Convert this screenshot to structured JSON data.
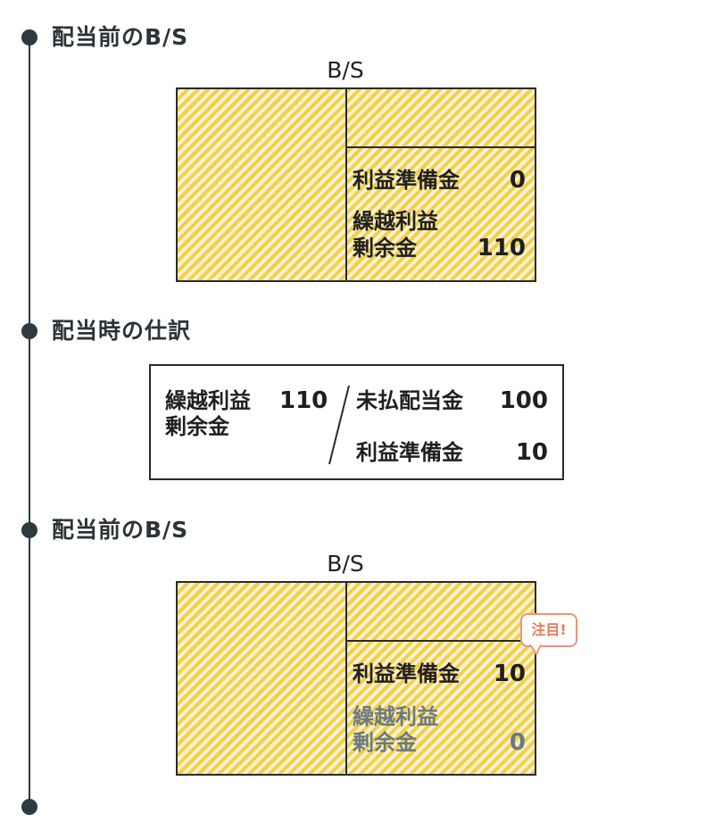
{
  "steps": [
    {
      "heading": "配当前のB/S",
      "bs_title": "B/S",
      "items": [
        {
          "label": "利益準備金",
          "value": "0"
        },
        {
          "label_line1": "繰越利益",
          "label_line2": "剰余金",
          "value": "110"
        }
      ]
    },
    {
      "heading": "配当時の仕訳",
      "journal": {
        "debit": {
          "label_line1": "繰越利益",
          "label_line2": "剰余金",
          "value": "110"
        },
        "credit": [
          {
            "label": "未払配当金",
            "value": "100"
          },
          {
            "label": "利益準備金",
            "value": "10"
          }
        ]
      }
    },
    {
      "heading": "配当前のB/S",
      "bs_title": "B/S",
      "items": [
        {
          "label": "利益準備金",
          "value": "10"
        },
        {
          "label_line1": "繰越利益",
          "label_line2": "剰余金",
          "value": "0"
        }
      ],
      "callout": "注目!"
    }
  ],
  "colors": {
    "timeline": "#2d3a3f",
    "hatch_dark": "#f3cf4c",
    "hatch_light": "#fbf3cf",
    "callout": "#ee9479",
    "muted_text": "#6b7a80"
  }
}
